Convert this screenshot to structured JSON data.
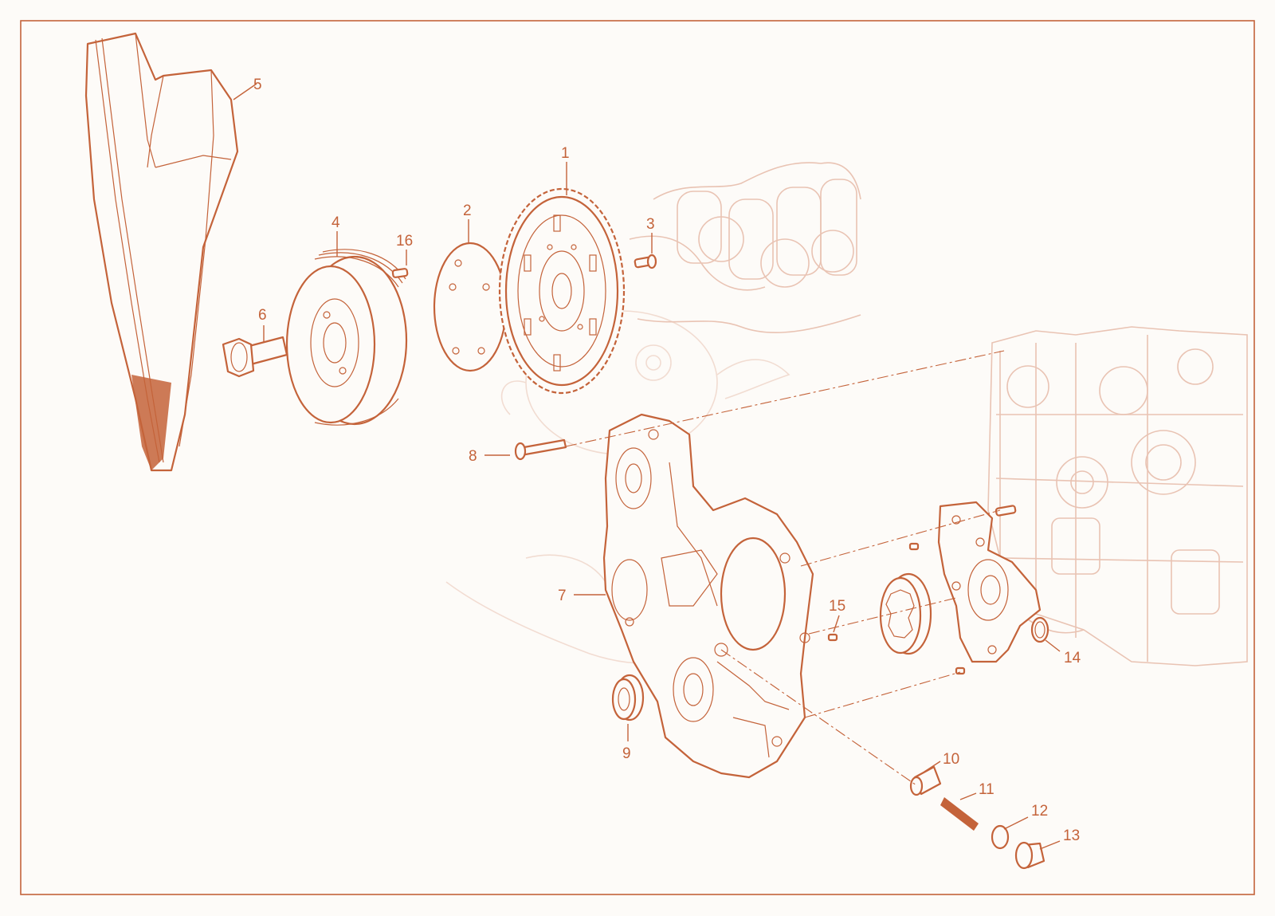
{
  "diagram": {
    "accent_color": "#c4633a",
    "ghost_color": "#e9c3b3",
    "background_color": "#fdfbf8",
    "callouts": [
      {
        "id": "1",
        "label": "1"
      },
      {
        "id": "2",
        "label": "2"
      },
      {
        "id": "3",
        "label": "3"
      },
      {
        "id": "4",
        "label": "4"
      },
      {
        "id": "5",
        "label": "5"
      },
      {
        "id": "6",
        "label": "6"
      },
      {
        "id": "7",
        "label": "7"
      },
      {
        "id": "8",
        "label": "8"
      },
      {
        "id": "9",
        "label": "9"
      },
      {
        "id": "10",
        "label": "10"
      },
      {
        "id": "11",
        "label": "11"
      },
      {
        "id": "12",
        "label": "12"
      },
      {
        "id": "13",
        "label": "13"
      },
      {
        "id": "14",
        "label": "14"
      },
      {
        "id": "15",
        "label": "15"
      },
      {
        "id": "16",
        "label": "16"
      }
    ]
  }
}
